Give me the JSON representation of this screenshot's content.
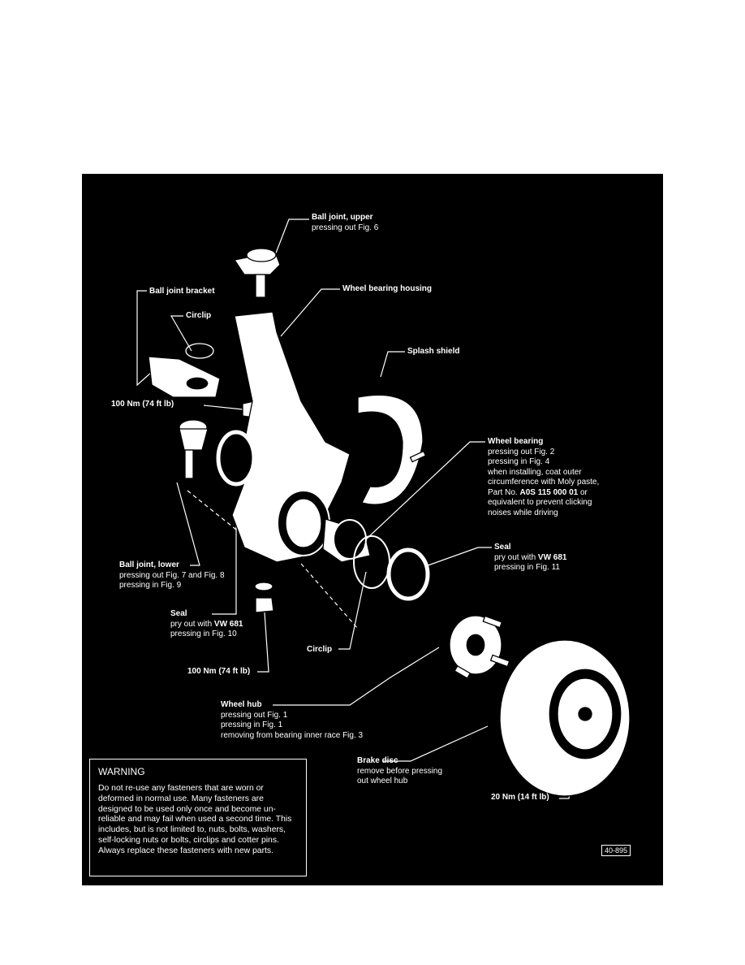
{
  "labels": {
    "ball_joint_upper": {
      "title": "Ball joint, upper",
      "lines": [
        "pressing out Fig. 6"
      ]
    },
    "ball_joint_bracket": {
      "title": "Ball joint bracket"
    },
    "wheel_bearing_housing": {
      "title": "Wheel bearing housing"
    },
    "circlip_top": {
      "title": "Circlip"
    },
    "splash_shield": {
      "title": "Splash shield"
    },
    "torque_upper": {
      "title": "100 Nm (74 ft lb)"
    },
    "wheel_bearing": {
      "title": "Wheel bearing",
      "lines": [
        "pressing out Fig. 2",
        "pressing in Fig. 4",
        "when installing, coat outer",
        "circumference with Moly paste,"
      ],
      "part_prefix": "Part No.",
      "part_no": "A0S 115 000 01",
      "part_suffix": "or",
      "lines2": [
        "equivalent to prevent clicking",
        "noises while driving"
      ]
    },
    "seal_right": {
      "title": "Seal",
      "line1_prefix": "pry out with",
      "tool": "VW 681",
      "line2": "pressing in Fig. 11"
    },
    "ball_joint_lower": {
      "title": "Ball joint, lower",
      "lines": [
        "pressing out Fig. 7 and Fig. 8",
        "pressing in Fig. 9"
      ]
    },
    "seal_left": {
      "title": "Seal",
      "line1_prefix": "pry out with",
      "tool": "VW 681",
      "line2": "pressing in Fig. 10"
    },
    "circlip_bottom": {
      "title": "Circlip"
    },
    "torque_lower": {
      "title": "100 Nm (74 ft lb)"
    },
    "wheel_hub": {
      "title": "Wheel hub",
      "lines": [
        "pressing out Fig. 1",
        "pressing in Fig. 1",
        "removing from bearing inner race Fig. 3"
      ]
    },
    "brake_disc": {
      "title": "Brake disc",
      "lines": [
        "remove before pressing",
        "out wheel hub"
      ]
    },
    "torque_disc": {
      "title": "20 Nm (14 ft lb)"
    }
  },
  "warning": {
    "title": "WARNING",
    "body": "Do not re-use any fasteners that are worn or deformed in normal use. Many fasteners are designed to be used only once and become un-reliable and may fail when used a second time. This includes, but is not limited to, nuts, bolts, washers, self-locking nuts or bolts, circlips and cotter pins. Always replace these fasteners with new parts."
  },
  "figure_id": "40-895",
  "colors": {
    "panel": "#000000",
    "ink": "#ffffff"
  }
}
